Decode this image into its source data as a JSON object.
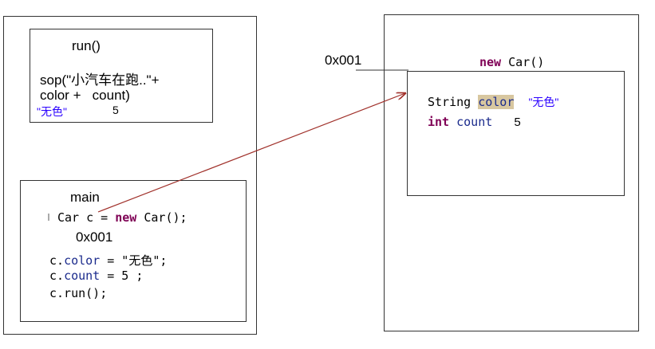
{
  "stack_frame": {
    "run": {
      "title": "run()",
      "line1": "sop(\"小汽车在跑..\"+",
      "line2": "color +   count)",
      "val_color": "\"无色\"",
      "val_count": "5"
    },
    "main": {
      "title": "main",
      "decl_type": "Car c = ",
      "decl_new": "new",
      "decl_rest": " Car();",
      "address": "0x001",
      "line_color_obj": "c.",
      "line_color_field": "color",
      "line_color_rest": " = \"无色\";",
      "line_count_obj": "c.",
      "line_count_field": "count",
      "line_count_rest": " = 5 ;",
      "line_run": "c.run();"
    }
  },
  "heap": {
    "address": "0x001",
    "label_new": "new",
    "label_rest": " Car()",
    "field1_type": "String",
    "field1_name": "color",
    "field1_value": "\"无色\"",
    "field2_type": "int",
    "field2_name": "count",
    "field2_value": "5"
  },
  "colors": {
    "keyword": "#7f0055",
    "field": "#1a2a8c",
    "string": "#2a00ff",
    "highlight": "#d8c7a0",
    "arrow": "#a0302a"
  }
}
